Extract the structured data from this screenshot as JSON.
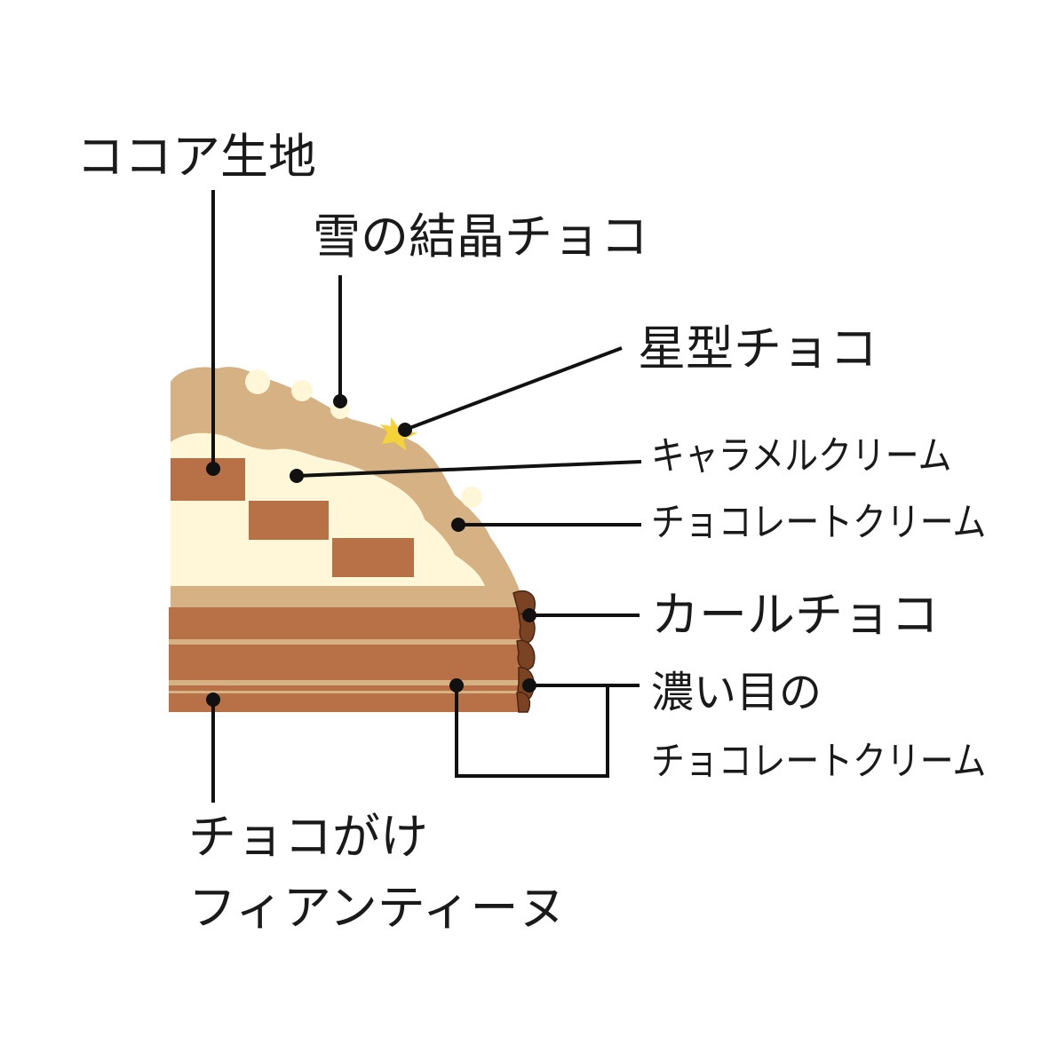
{
  "diagram": {
    "labels": {
      "cocoa_dough": "ココア生地",
      "snow_crystal_choco": "雪の結晶チョコ",
      "star_choco": "星型チョコ",
      "caramel_cream": "キャラメルクリーム",
      "choco_cream": "チョコレートクリーム",
      "curl_choco": "カールチョコ",
      "dark_choco_cream_line1": "濃い目の",
      "dark_choco_cream_line2": "チョコレートクリーム",
      "financier_line1": "チョコがけ",
      "financier_line2": "フィアンティーヌ"
    },
    "colors": {
      "sponge": "#b87047",
      "cocoa_square": "#b87047",
      "cream_light": "#fff7d8",
      "choco_cream": "#d6b183",
      "curl_choco": "#7a4424",
      "star": "#f4d23a",
      "leader": "#111111",
      "text": "#1a1a1a"
    }
  }
}
